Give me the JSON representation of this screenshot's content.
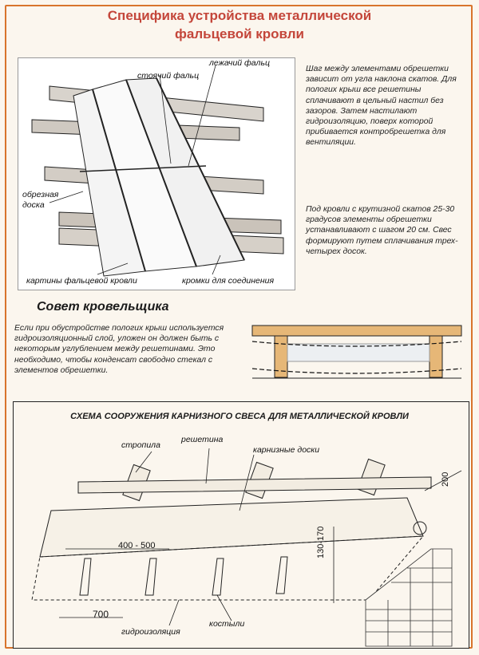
{
  "title": {
    "line1": "Специфика устройства металлической",
    "line2": "фальцевой кровли"
  },
  "diagram1": {
    "labels": {
      "standing_seam": "стоячий фальц",
      "lying_seam": "лежачий фальц",
      "edged_board": "обрезная доска",
      "panels": "картины фальцевой кровли",
      "joint_edges": "кромки для соединения"
    }
  },
  "notes": {
    "note1": "Шаг между элементами обрешетки зависит от угла наклона скатов. Для пологих крыш все решетины сплачивают в цельный настил без зазоров. Затем настилают гидроизоляцию, поверх которой прибивается контробрешетка для вентиляции.",
    "note2": "Под кровли с крутизной скатов 25-30 градусов элементы обрешетки устанавливают с шагом 20 см. Свес формируют путем сплачивания трех-четырех досок."
  },
  "advice": {
    "heading": "Совет кровельщика",
    "text": "Если при обустройстве пологих крыш используется гидроизоляционный слой, уложен он должен быть с некоторым углублением между решетинами. Это необходимо, чтобы конденсат свободно стекал с элементов обрешетки."
  },
  "scheme": {
    "title": "СХЕМА СООРУЖЕНИЯ КАРНИЗНОГО СВЕСА ДЛЯ МЕТАЛЛИЧЕСКОЙ КРОВЛИ",
    "labels": {
      "rafter": "стропила",
      "batten": "решетина",
      "eave_boards": "карнизные доски",
      "waterproofing": "гидроизоляция",
      "crutches": "костыли"
    },
    "dims": {
      "step": "400 - 500",
      "height": "130-170",
      "overhang": "700",
      "width": "200"
    }
  },
  "colors": {
    "title": "#c4463a",
    "frame": "#d8742c",
    "wood": "#e6b777"
  }
}
